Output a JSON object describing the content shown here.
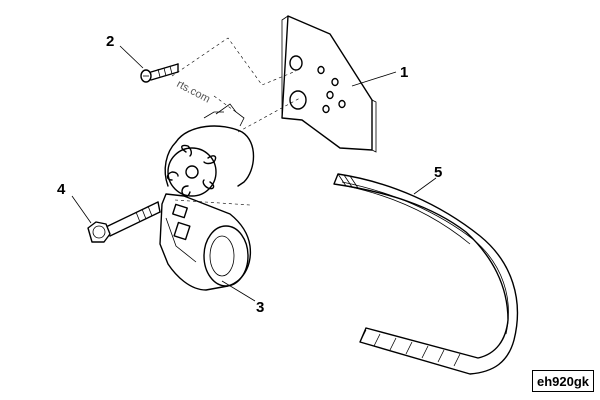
{
  "diagram": {
    "callouts": [
      {
        "id": "1",
        "label": "1"
      },
      {
        "id": "2",
        "label": "2"
      },
      {
        "id": "3",
        "label": "3"
      },
      {
        "id": "4",
        "label": "4"
      },
      {
        "id": "5",
        "label": "5"
      }
    ],
    "watermark_text": "rts.com",
    "figure_code": "eh920gk"
  }
}
